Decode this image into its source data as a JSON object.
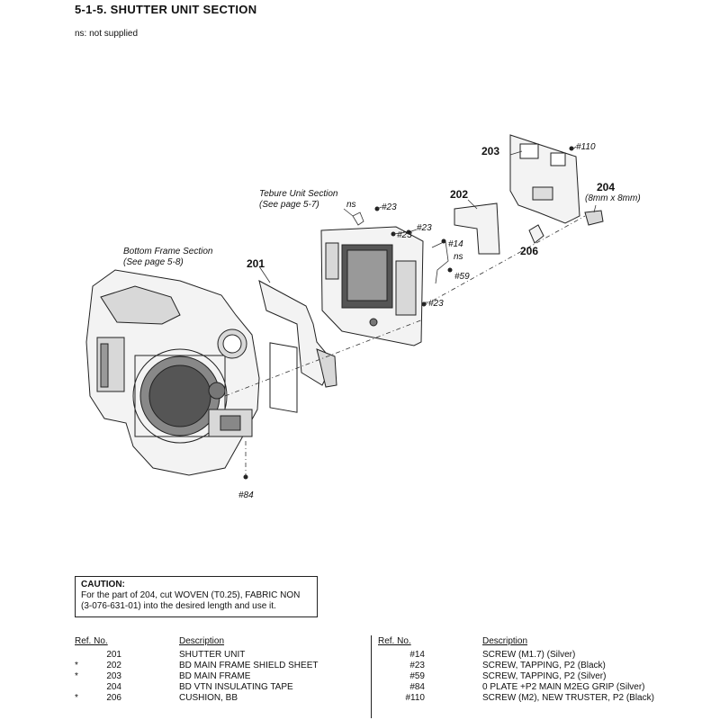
{
  "header": {
    "title": "5-1-5.  SHUTTER UNIT SECTION",
    "note": "ns: not supplied"
  },
  "diagram": {
    "section_refs": [
      {
        "line1": "Tebure Unit Section",
        "line2": "(See page 5-7)"
      },
      {
        "line1": "Bottom Frame Section",
        "line2": "(See page 5-8)"
      }
    ],
    "callouts": {
      "n201": "201",
      "n202": "202",
      "n203": "203",
      "n204": "204",
      "n204_size": "(8mm x 8mm)",
      "n206": "206",
      "s110": "#110",
      "s23a": "#23",
      "s23b": "#23",
      "s23c": "#23",
      "s23d": "#23",
      "s14": "#14",
      "s59": "#59",
      "s84": "#84",
      "ns1": "ns",
      "ns2": "ns"
    }
  },
  "caution": {
    "heading": "CAUTION:",
    "line1": "For the part of 204, cut WOVEN (T0.25), FABRIC NON",
    "line2": "(3-076-631-01) into the desired length and use it."
  },
  "parts_table": {
    "headers": {
      "ref": "Ref. No.",
      "desc": "Description"
    },
    "left": [
      {
        "star": "",
        "ref": "201",
        "desc": "SHUTTER UNIT"
      },
      {
        "star": "*",
        "ref": "202",
        "desc": "BD MAIN FRAME SHIELD SHEET"
      },
      {
        "star": "*",
        "ref": "203",
        "desc": "BD MAIN FRAME"
      },
      {
        "star": "",
        "ref": "204",
        "desc": "BD VTN INSULATING TAPE"
      },
      {
        "star": "*",
        "ref": "206",
        "desc": "CUSHION, BB"
      }
    ],
    "right": [
      {
        "star": "",
        "ref": "#14",
        "desc": "SCREW (M1.7) (Silver)"
      },
      {
        "star": "",
        "ref": "#23",
        "desc": "SCREW, TAPPING, P2 (Black)"
      },
      {
        "star": "",
        "ref": "#59",
        "desc": "SCREW, TAPPING, P2 (Silver)"
      },
      {
        "star": "",
        "ref": "#84",
        "desc": "0 PLATE +P2 MAIN M2EG GRIP (Silver)"
      },
      {
        "star": "",
        "ref": "#110",
        "desc": "SCREW (M2), NEW TRUSTER, P2 (Black)"
      }
    ]
  }
}
